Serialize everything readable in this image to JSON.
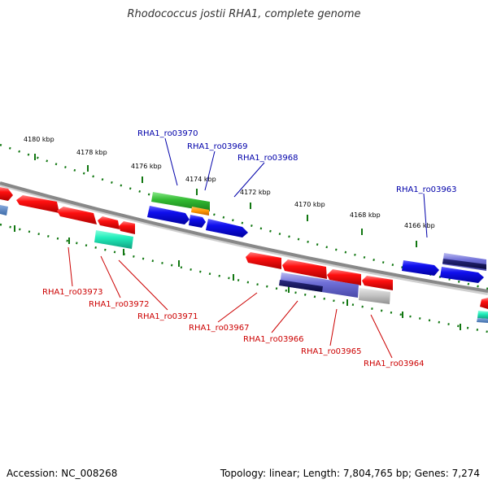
{
  "title": "Rhodococcus jostii RHA1, complete genome",
  "accession": "Accession: NC_008268",
  "summary": "Topology: linear; Length: 7,804,765 bp; Genes: 7,274",
  "colors": {
    "forward_label": "#0000aa",
    "reverse_label": "#cc0000",
    "ruler_dots": "#117711",
    "backbone": "#888888"
  },
  "ticks": [
    {
      "label": "4180 kbp"
    },
    {
      "label": "4178 kbp"
    },
    {
      "label": "4176 kbp"
    },
    {
      "label": "4174 kbp"
    },
    {
      "label": "4172 kbp"
    },
    {
      "label": "4170 kbp"
    },
    {
      "label": "4168 kbp"
    },
    {
      "label": "4166 kbp"
    }
  ],
  "forward_labels": [
    {
      "name": "RHA1_ro03970"
    },
    {
      "name": "RHA1_ro03969"
    },
    {
      "name": "RHA1_ro03968"
    },
    {
      "name": "RHA1_ro03963"
    }
  ],
  "reverse_labels": [
    {
      "name": "RHA1_ro03973"
    },
    {
      "name": "RHA1_ro03972"
    },
    {
      "name": "RHA1_ro03971"
    },
    {
      "name": "RHA1_ro03967"
    },
    {
      "name": "RHA1_ro03966"
    },
    {
      "name": "RHA1_ro03965"
    },
    {
      "name": "RHA1_ro03964"
    }
  ]
}
